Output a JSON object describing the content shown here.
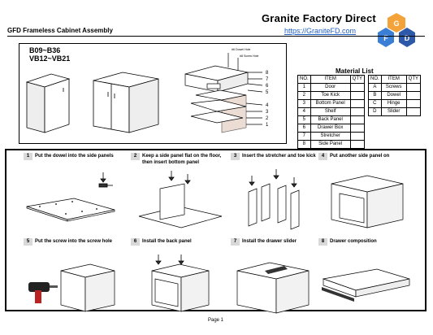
{
  "header": {
    "doc_title": "GFD Frameless Cabinet Assembly",
    "company_name": "Granite Factory Direct",
    "company_url": "https://GraniteFD.com",
    "logo_letters": [
      "G",
      "F",
      "D"
    ],
    "logo_colors": [
      "#f3a33a",
      "#3a7fd5",
      "#2e58a8"
    ]
  },
  "hero": {
    "model_lines": [
      "B09~B36",
      "VB12~VB21"
    ],
    "callouts": [
      "8",
      "7",
      "6",
      "5",
      "4",
      "3",
      "2",
      "1"
    ],
    "hole_labels": [
      "#6 Dowel Hole",
      "#8 Screw Hole"
    ]
  },
  "material_list": {
    "title": "Material List",
    "parts_headers": [
      "NO.",
      "ITEM",
      "QTY"
    ],
    "parts": [
      {
        "no": "1",
        "item": "Door",
        "qty": ""
      },
      {
        "no": "2",
        "item": "Toe Kick",
        "qty": ""
      },
      {
        "no": "3",
        "item": "Bottom Panel",
        "qty": ""
      },
      {
        "no": "4",
        "item": "Shelf",
        "qty": ""
      },
      {
        "no": "5",
        "item": "Back Panel",
        "qty": ""
      },
      {
        "no": "6",
        "item": "Drawer Box",
        "qty": ""
      },
      {
        "no": "7",
        "item": "Stretcher",
        "qty": ""
      },
      {
        "no": "8",
        "item": "Side Panel",
        "qty": ""
      }
    ],
    "hardware_headers": [
      "NO.",
      "ITEM",
      "QTY"
    ],
    "hardware": [
      {
        "no": "A",
        "item": "Screws",
        "qty": ""
      },
      {
        "no": "B",
        "item": "Dowel",
        "qty": ""
      },
      {
        "no": "C",
        "item": "Hinge",
        "qty": ""
      },
      {
        "no": "D",
        "item": "Slider",
        "qty": ""
      }
    ]
  },
  "steps": [
    {
      "num": "1",
      "caption": "Put the dowel into the side panels"
    },
    {
      "num": "2",
      "caption": "Keep a side panel flat on the floor, then insert bottom panel"
    },
    {
      "num": "3",
      "caption": "Insert the stretcher and toe kick"
    },
    {
      "num": "4",
      "caption": "Put another side panel on"
    },
    {
      "num": "5",
      "caption": "Put the screw into the screw hole"
    },
    {
      "num": "6",
      "caption": "Install the back panel"
    },
    {
      "num": "7",
      "caption": "Install the drawer slider"
    },
    {
      "num": "8",
      "caption": "Drawer composition"
    }
  ],
  "footer": {
    "page": "Page 1"
  }
}
